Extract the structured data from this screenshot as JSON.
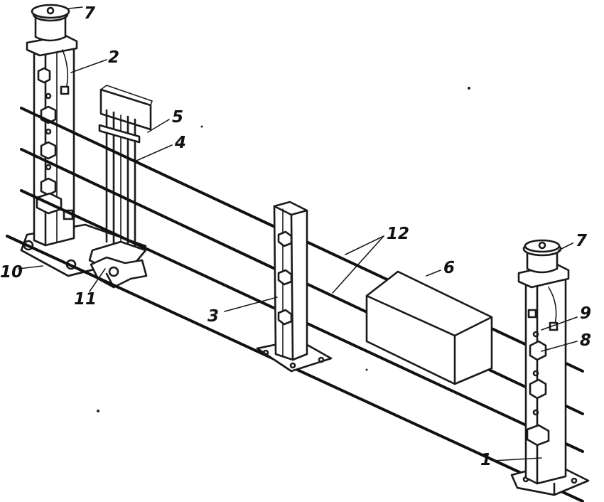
{
  "callouts": [
    {
      "id": "c1",
      "text": "1"
    },
    {
      "id": "c2",
      "text": "2"
    },
    {
      "id": "c3",
      "text": "3"
    },
    {
      "id": "c4",
      "text": "4"
    },
    {
      "id": "c5",
      "text": "5"
    },
    {
      "id": "c6",
      "text": "6"
    },
    {
      "id": "c7a",
      "text": "7"
    },
    {
      "id": "c7b",
      "text": "7"
    },
    {
      "id": "c8",
      "text": "8"
    },
    {
      "id": "c9",
      "text": "9"
    },
    {
      "id": "c10",
      "text": "10"
    },
    {
      "id": "c11",
      "text": "11"
    },
    {
      "id": "c12",
      "text": "12"
    }
  ]
}
